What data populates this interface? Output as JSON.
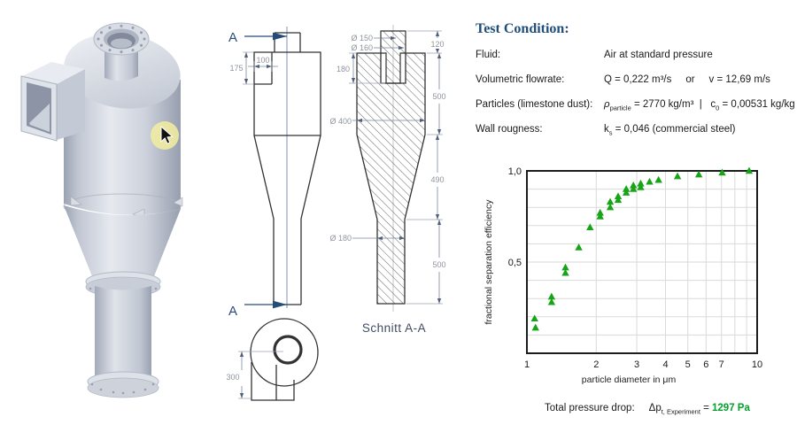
{
  "test_condition": {
    "title": "Test Condition:",
    "rows": [
      {
        "label": "Fluid:",
        "parts": [
          {
            "t": "Air at standard pressure"
          }
        ]
      },
      {
        "label": "Volumetric flowrate:",
        "parts": [
          {
            "t": "Q = 0,222 m³/s     or     v = 12,69 m/s"
          }
        ]
      },
      {
        "label": "Particles (limestone dust):",
        "parts": [
          {
            "t": "ρ",
            "i": true
          },
          {
            "s": "particle"
          },
          {
            "t": " = 2770 kg/m³  |   c"
          },
          {
            "s": "0"
          },
          {
            "t": " = 0,00531 kg/kg"
          }
        ]
      },
      {
        "label": "Wall rougness:",
        "parts": [
          {
            "t": "k"
          },
          {
            "s": "s"
          },
          {
            "t": " = 0,046 (commercial steel)"
          }
        ]
      }
    ]
  },
  "pressure": {
    "label": "Total pressure drop:",
    "parts": [
      {
        "t": "Δp"
      },
      {
        "s": "t, Experiment"
      },
      {
        "t": " = "
      },
      {
        "t": "1297 Pa",
        "green": true
      }
    ]
  },
  "chart_data": {
    "type": "scatter",
    "title": "",
    "xlabel": "particle diameter in μm",
    "ylabel": "fractional separation efficiency",
    "x_scale": "log",
    "xlim": [
      1,
      10
    ],
    "ylim": [
      0,
      1
    ],
    "grid": true,
    "legend": "none",
    "marker": "triangle-up",
    "marker_color": "#17a517",
    "x_tick_values": [
      1,
      2,
      3,
      4,
      5,
      6,
      7,
      10
    ],
    "x_tick_labels": [
      "1",
      "2",
      "3",
      "4",
      "5",
      "6",
      "7",
      "10"
    ],
    "x_minor_grid": [
      2,
      3,
      4,
      5,
      6,
      7,
      8,
      9
    ],
    "y_tick_labels": [
      {
        "value": 1.0,
        "label": "1,0"
      },
      {
        "value": 0.5,
        "label": "0,5"
      }
    ],
    "y_grid_step": 0.1,
    "points": [
      [
        1.08,
        0.19
      ],
      [
        1.09,
        0.14
      ],
      [
        1.28,
        0.31
      ],
      [
        1.28,
        0.28
      ],
      [
        1.47,
        0.47
      ],
      [
        1.47,
        0.44
      ],
      [
        1.68,
        0.58
      ],
      [
        1.88,
        0.69
      ],
      [
        2.08,
        0.77
      ],
      [
        2.08,
        0.75
      ],
      [
        2.3,
        0.83
      ],
      [
        2.3,
        0.8
      ],
      [
        2.49,
        0.86
      ],
      [
        2.49,
        0.84
      ],
      [
        2.7,
        0.9
      ],
      [
        2.7,
        0.88
      ],
      [
        2.9,
        0.92
      ],
      [
        2.9,
        0.9
      ],
      [
        3.12,
        0.93
      ],
      [
        3.12,
        0.91
      ],
      [
        3.41,
        0.94
      ],
      [
        3.73,
        0.95
      ],
      [
        4.51,
        0.97
      ],
      [
        5.58,
        0.98
      ],
      [
        7.05,
        0.99
      ],
      [
        9.23,
        1.0
      ]
    ]
  },
  "drawings": {
    "front_view": {
      "section_label": "A",
      "dim_inlet_width": "100",
      "dim_inlet_height": "175",
      "dim_top_view": "300"
    },
    "section_view": {
      "caption": "Schnitt A-A",
      "dim_d150": "Ø 150",
      "dim_d160": "Ø 160",
      "dim_120": "120",
      "dim_180": "180",
      "dim_500_top": "500",
      "dim_d400": "Ø 400",
      "dim_490": "490",
      "dim_d180": "Ø 180",
      "dim_500_bottom": "500"
    }
  }
}
